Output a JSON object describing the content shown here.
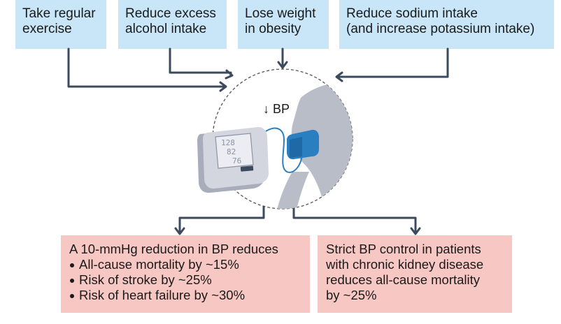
{
  "top_boxes": [
    {
      "label": "Take regular\nexercise"
    },
    {
      "label": "Reduce excess\nalcohol intake"
    },
    {
      "label": "Lose weight\nin obesity"
    },
    {
      "label": "Reduce sodium intake\n(and increase potassium intake)"
    }
  ],
  "center": {
    "bp_label": "↓ BP",
    "monitor_readings": [
      "128",
      "82",
      "76"
    ]
  },
  "bottom_left": {
    "heading": "A 10-mmHg reduction in BP reduces",
    "items": [
      "All-cause mortality by ~15%",
      "Risk of stroke by ~25%",
      "Risk of heart failure by ~30%"
    ]
  },
  "bottom_right": {
    "text": "Strict BP control in patients\nwith chronic kidney disease\nreduces all-cause mortality\nby ~25%"
  },
  "colors": {
    "top_box": "#c8e6f7",
    "bottom_box": "#f7c7c3",
    "arrow": "#3b4a5c",
    "cuff": "#2a7fc1",
    "arm": "#b9bdc8",
    "monitor": "#d4d6df"
  }
}
